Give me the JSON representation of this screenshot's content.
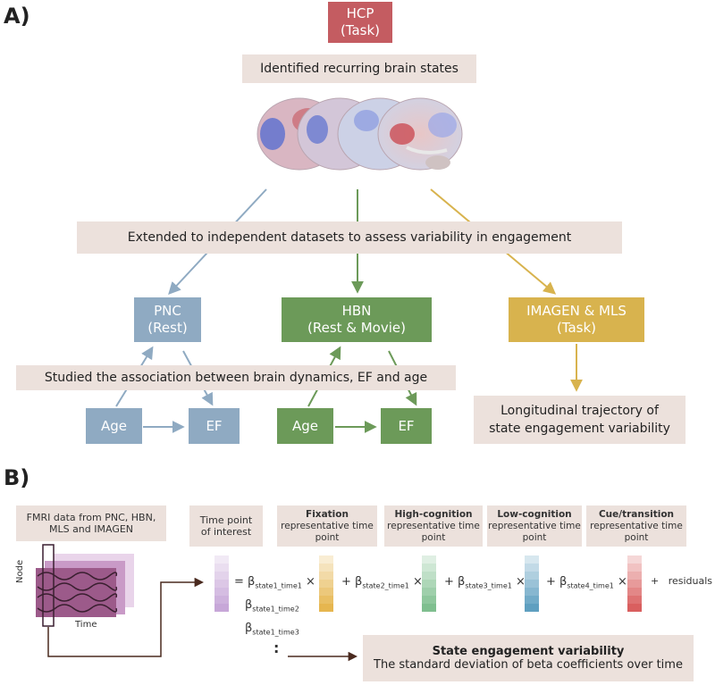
{
  "panel_a": {
    "label": "A)",
    "hcp_title": "HCP",
    "hcp_sub": "(Task)",
    "identified": "Identified recurring brain states",
    "extended": "Extended to independent datasets to assess variability in engagement",
    "pnc_title": "PNC",
    "pnc_sub": "(Rest)",
    "hbn_title": "HBN",
    "hbn_sub": "(Rest & Movie)",
    "imagen_title": "IMAGEN & MLS",
    "imagen_sub": "(Task)",
    "studied": "Studied the association between brain dynamics, EF and age",
    "age": "Age",
    "ef": "EF",
    "longitudinal_line1": "Longitudinal trajectory of",
    "longitudinal_line2": "state engagement variability"
  },
  "panel_b": {
    "label": "B)",
    "fmri_label": "FMRI data from PNC, HBN, MLS and IMAGEN",
    "node_label": "Node",
    "time_label": "Time",
    "tpoi_line1": "Time point",
    "tpoi_line2": "of interest",
    "states": [
      {
        "name": "Fixation",
        "desc": "representative time point",
        "color": "#e6b64f"
      },
      {
        "name": "High-cognition",
        "desc": "representative time point",
        "color": "#7fbf8f"
      },
      {
        "name": "Low-cognition",
        "desc": "representative time point",
        "color": "#5f9fc0"
      },
      {
        "name": "Cue/transition",
        "desc": "representative time point",
        "color": "#d95f5f"
      }
    ],
    "beta_1": "state1_time1",
    "beta_2": "state2_time1",
    "beta_3": "state3_time1",
    "beta_4": "state4_time1",
    "beta_col_2": "state1_time2",
    "beta_col_3": "state1_time3",
    "residuals": "residuals",
    "sev_title": "State engagement variability",
    "sev_desc": "The standard deviation of beta coefficients over time"
  },
  "colors": {
    "hcp": "#c45c61",
    "pnc": "#8faac2",
    "hbn": "#6c9a59",
    "imagen": "#d8b34e",
    "beige": "#ece1dc",
    "fmri": "#9c5a8a",
    "purple_col": "#c7a7d8"
  }
}
